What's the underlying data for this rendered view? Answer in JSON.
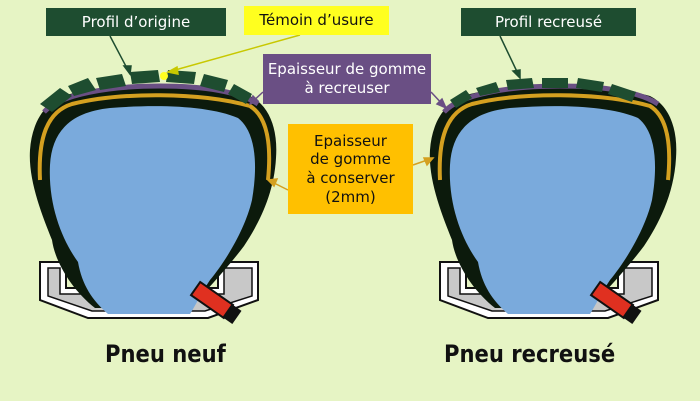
{
  "labels": {
    "original_profile": "Profil d’origine",
    "wear_indicator": "Témoin d’usure",
    "recut_profile": "Profil recreusé",
    "regroove_thickness": [
      "Epaisseur de gomme",
      "à recreuser"
    ],
    "keep_thickness": [
      "Epaisseur",
      "de gomme",
      "à conserver",
      "(2mm)"
    ]
  },
  "captions": {
    "new_tire": "Pneu neuf",
    "recut_tire": "Pneu recreusé"
  },
  "colors": {
    "background": "#e6f4c4",
    "tire_rubber": "#0c1a0c",
    "inner_air": "#7aaadc",
    "casing_ply": "#d4a020",
    "regroove_layer": "#6a4f84",
    "tread_block": "#1e4d30",
    "valve": "#e03020",
    "rim": "#c8c8c8"
  }
}
